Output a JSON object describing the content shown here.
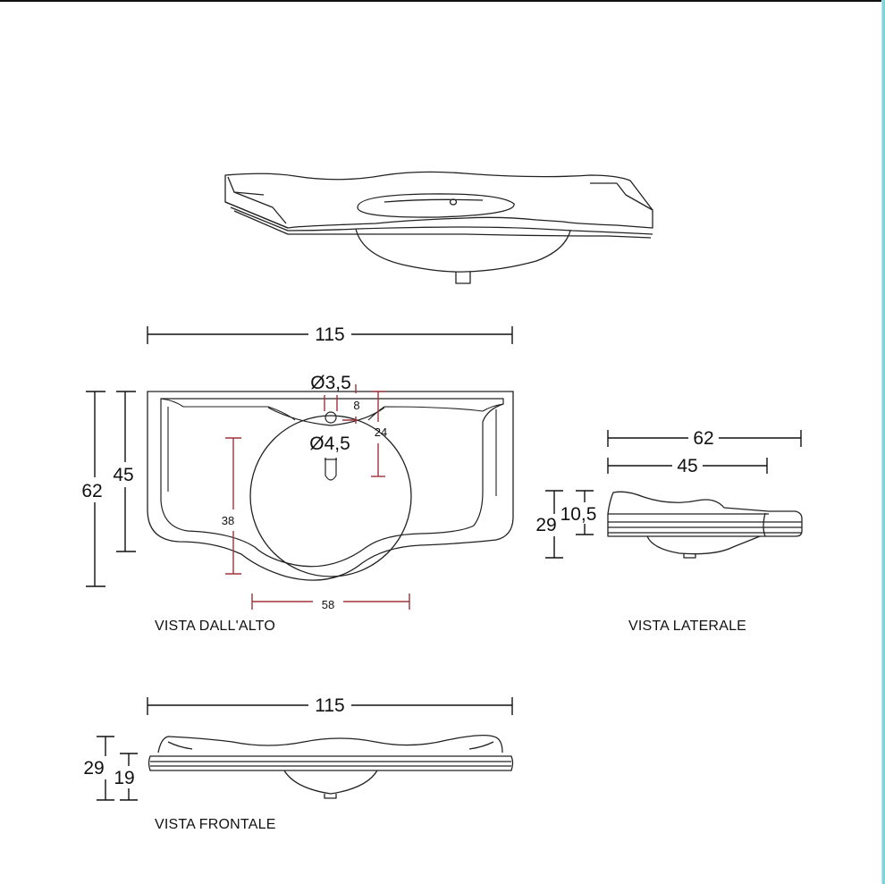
{
  "colors": {
    "line": "#222222",
    "dimension_line": "#111111",
    "accent_dimension": "#a0323c",
    "frame_accent": "#7fd3dc"
  },
  "top_view": {
    "label": "VISTA DALL'ALTO",
    "width": "115",
    "depth_total": "62",
    "depth_basin": "45",
    "tap_hole_diameter": "Ø3,5",
    "tap_hole_offset": "8",
    "tap_hole_distance": "24",
    "drain_diameter": "Ø4,5",
    "basin_depth": "38",
    "basin_width": "58"
  },
  "side_view": {
    "label": "VISTA LATERALE",
    "depth_total": "62",
    "depth_basin": "45",
    "height_total": "29",
    "height_top": "10,5"
  },
  "front_view": {
    "label": "VISTA FRONTALE",
    "width": "115",
    "height_total": "29",
    "height_body": "19"
  }
}
